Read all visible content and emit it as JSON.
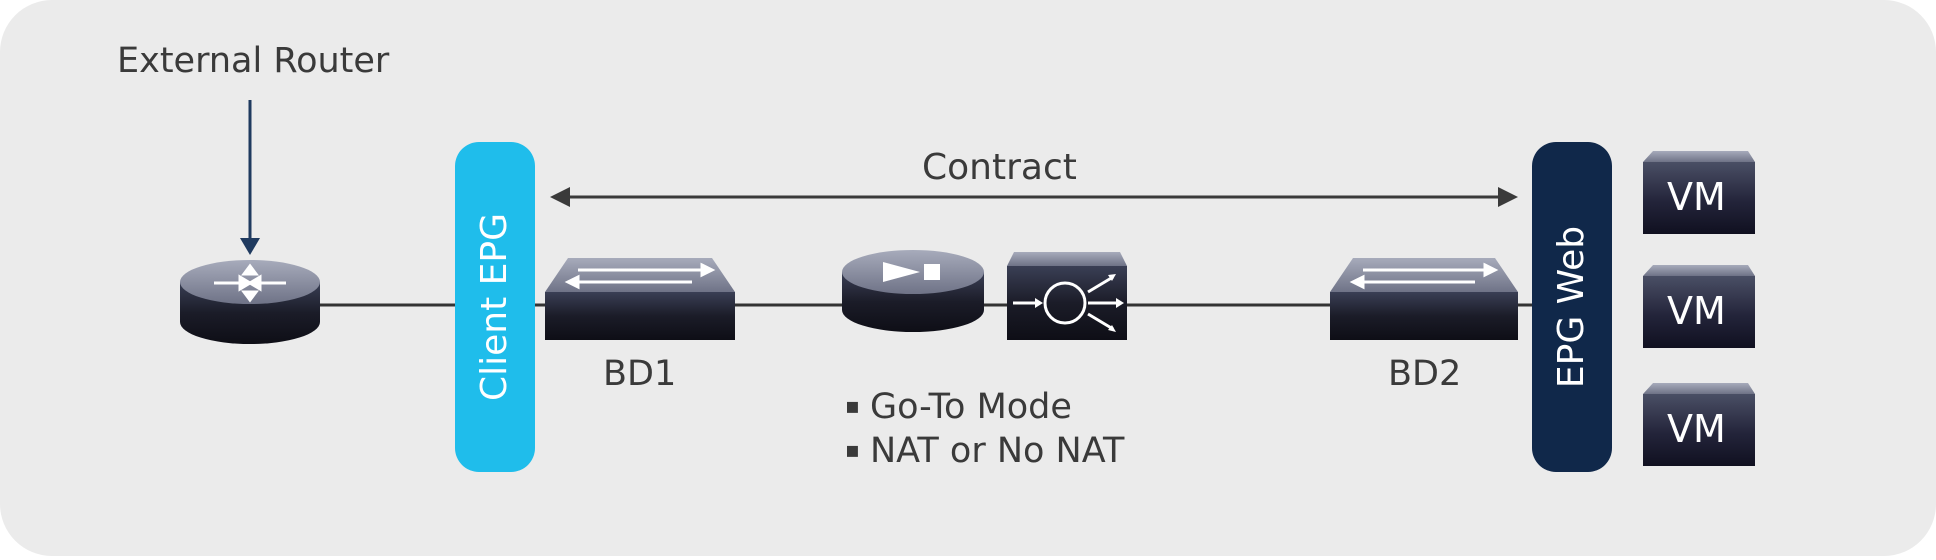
{
  "labels": {
    "external_router": "External Router",
    "contract": "Contract",
    "client_epg": "Client EPG",
    "epg_web": "EPG Web",
    "bd1": "BD1",
    "bd2": "BD2",
    "vm1": "VM",
    "vm2": "VM",
    "vm3": "VM"
  },
  "notes": {
    "items": [
      "Go-To Mode",
      "NAT or No NAT"
    ]
  },
  "colors": {
    "panel_background": "#ebebeb",
    "client_epg": "#1fbdeb",
    "epg_web": "#10284a",
    "arrow_dark": "#1f3a5f",
    "line": "#333333",
    "device_body": "#1c1c2a",
    "device_top": "#8e93a6"
  },
  "icons": {
    "router": "router-icon",
    "switch": "switch-icon",
    "firewall": "firewall-icon",
    "load_balancer": "load-balancer-icon",
    "vm": "virtual-machine-icon"
  }
}
